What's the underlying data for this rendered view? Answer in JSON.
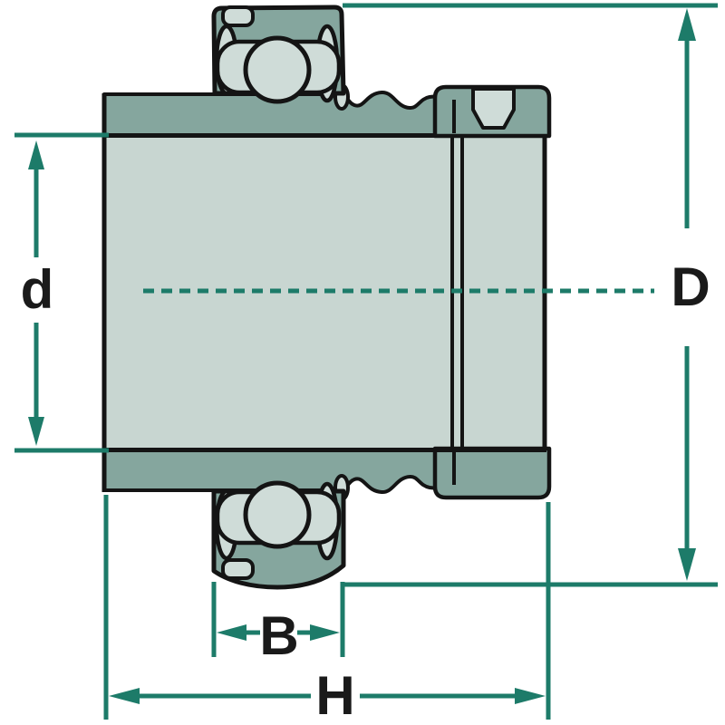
{
  "diagram": {
    "type": "technical-drawing",
    "subject": "ball-bearing-insert-unit-cross-section",
    "dimensions": {
      "bore": {
        "label": "d"
      },
      "outer": {
        "label": "D"
      },
      "width": {
        "label": "B"
      },
      "total": {
        "label": "H"
      }
    }
  },
  "colors": {
    "background": "#ffffff",
    "outline": "#141414",
    "body_fill": "#c8d6d1",
    "ring_fill": "#85a69e",
    "highlight_fill": "#cfdcd8",
    "dimension": "#1d7b69",
    "label_text": "#1a1a1a"
  }
}
